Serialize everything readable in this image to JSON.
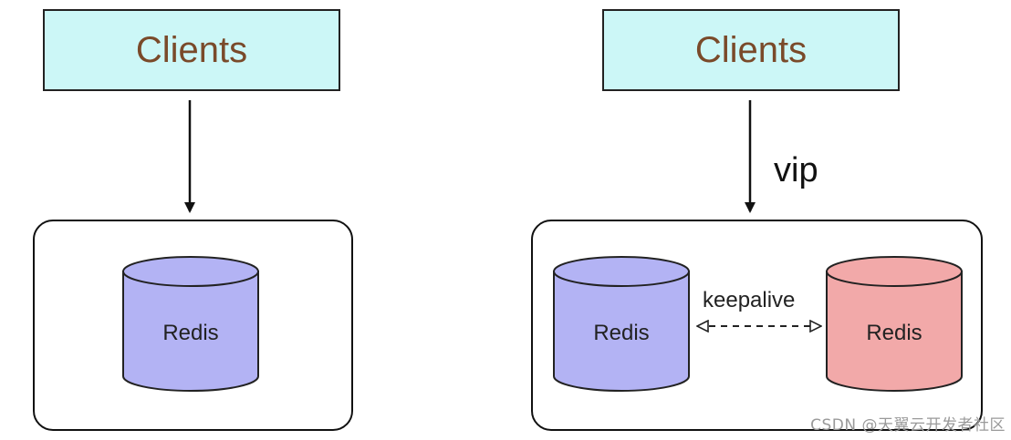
{
  "left": {
    "clients_label": "Clients",
    "redis_label": "Redis",
    "redis_color": "#b3b3f4"
  },
  "right": {
    "clients_label": "Clients",
    "arrow_label": "vip",
    "link_label": "keepalive",
    "redis_a_label": "Redis",
    "redis_a_color": "#b3b3f4",
    "redis_b_label": "Redis",
    "redis_b_color": "#f2a9a9"
  },
  "client_box_color": "#ccf7f7",
  "client_text_color": "#7a4a2a",
  "watermark": "CSDN @天翼云开发者社区"
}
